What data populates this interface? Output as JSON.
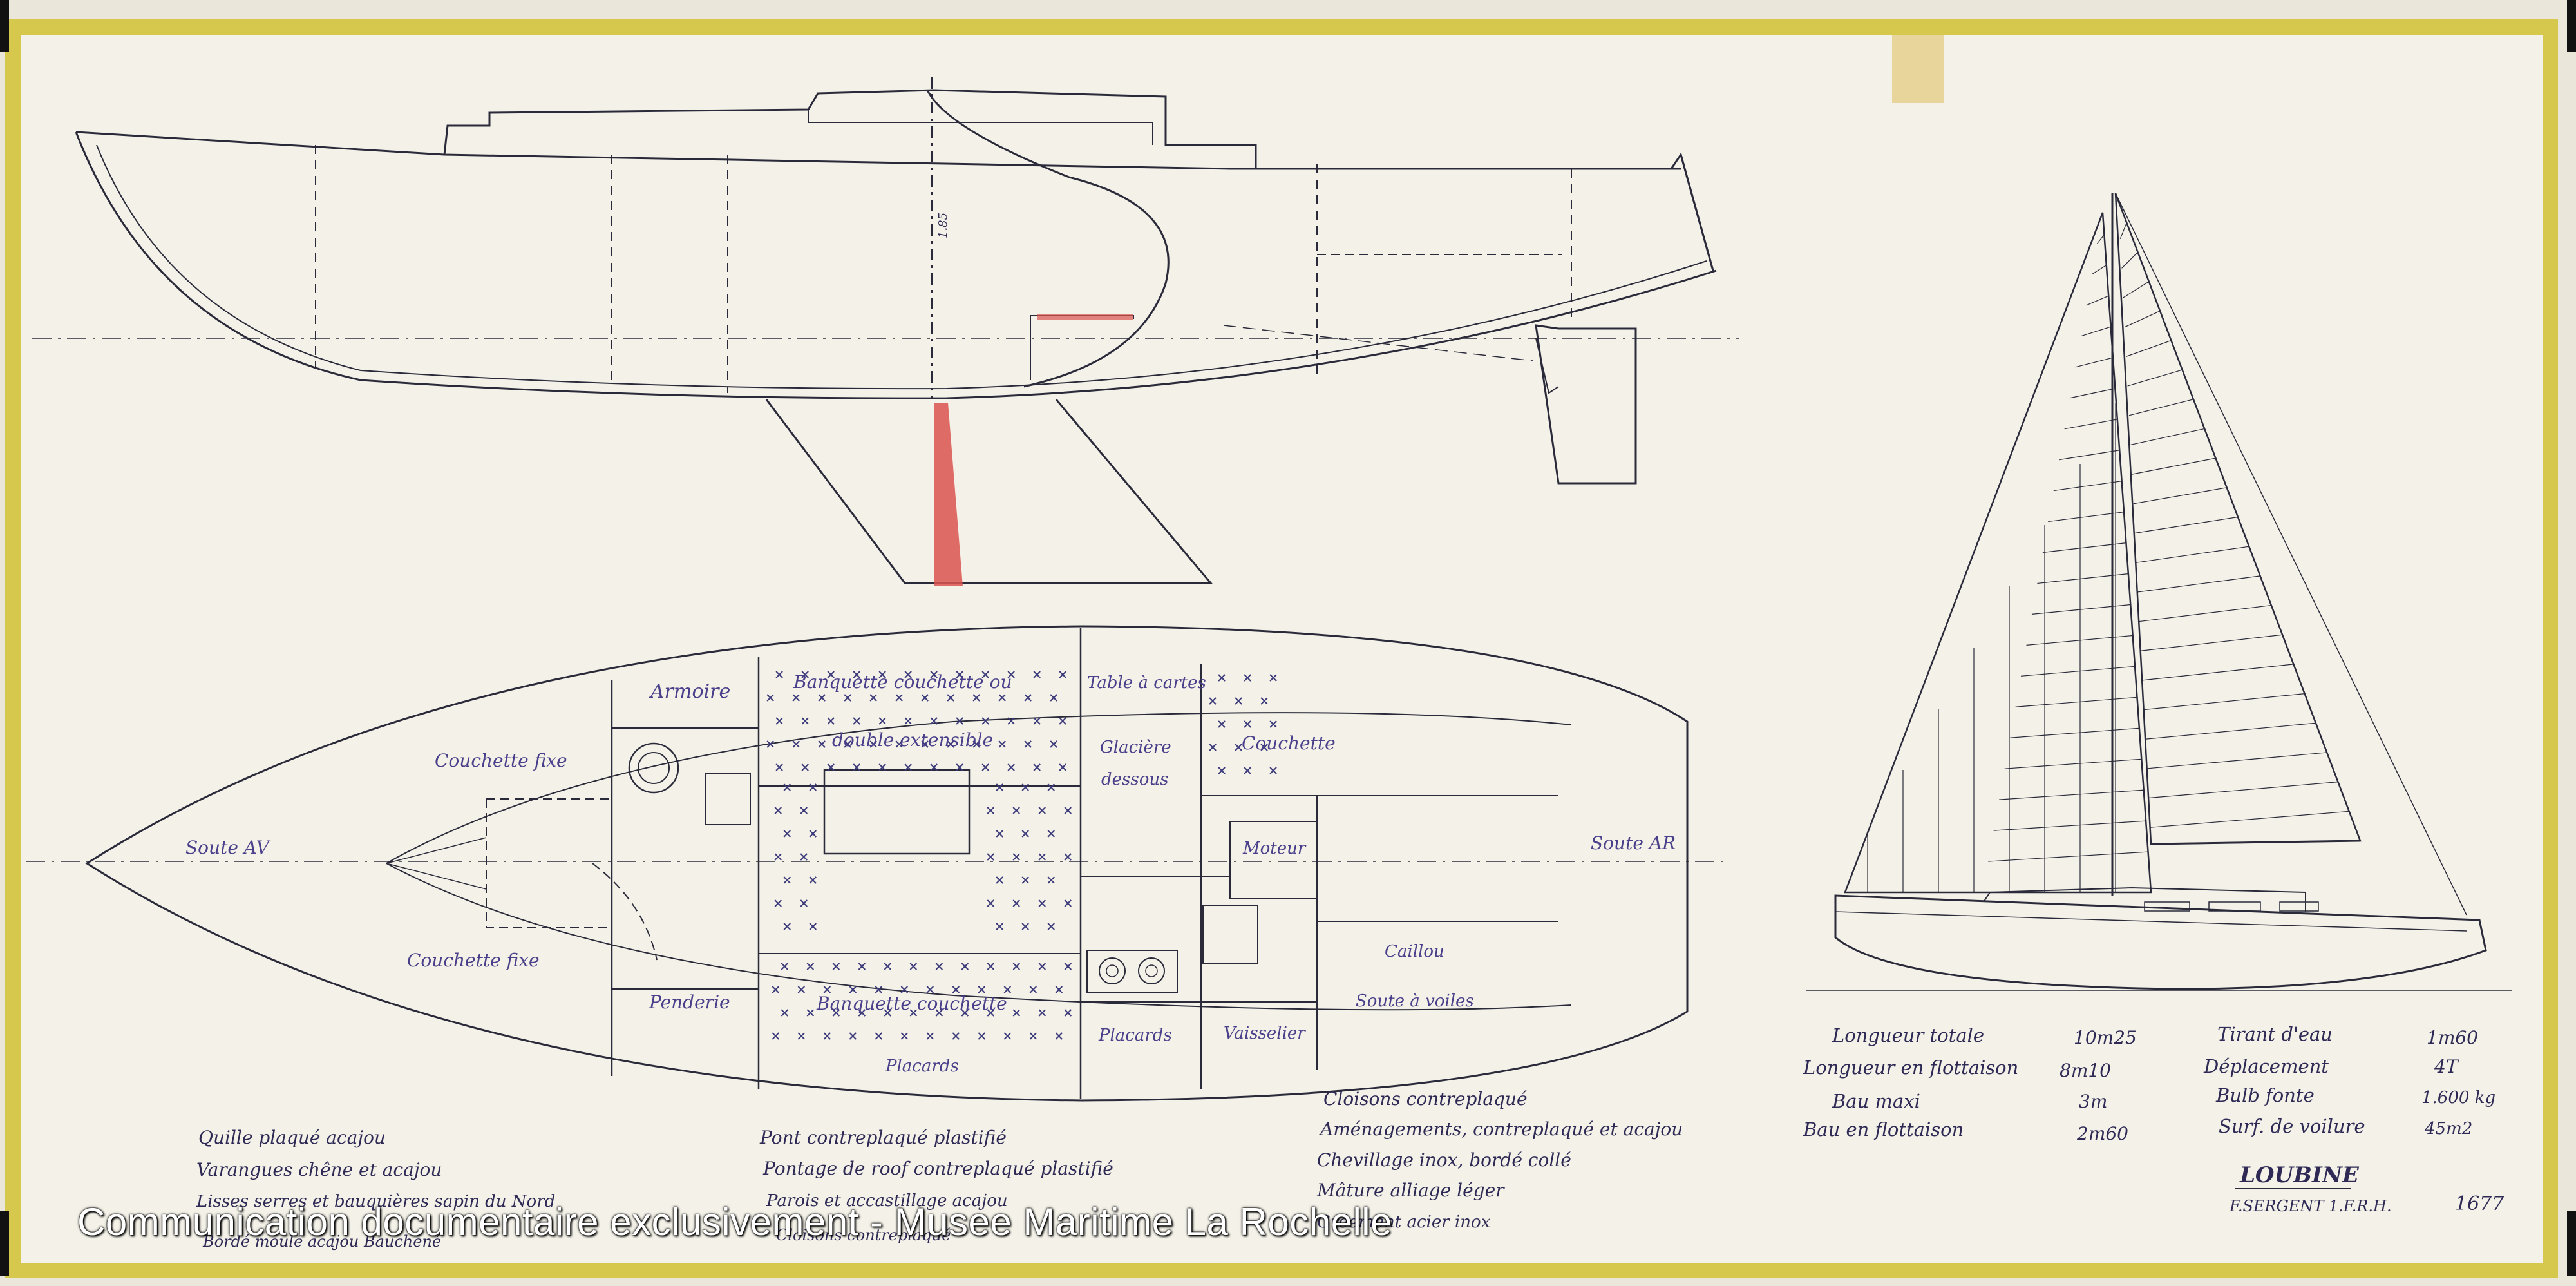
{
  "layout_labels": {
    "armoire": "Armoire",
    "banquette_couchette_double": "Banquette couchette ou",
    "double_extensible": "double extensible",
    "table_cartes": "Table à cartes",
    "glaciere": "Glacière",
    "dessous": "dessous",
    "couchette": "Couchette",
    "couchette_fixe_top": "Couchette fixe",
    "couchette_fixe_bottom": "Couchette fixe",
    "soute_av": "Soute AV",
    "soute_ar": "Soute AR",
    "moteur": "Moteur",
    "penderie": "Penderie",
    "banquette_couchette": "Banquette couchette",
    "placards_center": "Placards",
    "placards_bottom": "Placards",
    "vaisselier": "Vaisselier",
    "caillebotis": "Caillou",
    "soute_voiles": "Soute à voiles",
    "height_dim": "1.85"
  },
  "notes_left": [
    "Quille plaqué acajou",
    "Varangues chêne et acajou",
    "Lisses serres et bauquières sapin du Nord",
    "Bordé moulé acajou Bauchené"
  ],
  "notes_mid": [
    "Pont contreplaqué plastifié",
    "Pontage de roof contreplaqué plastifié",
    "Parois et accastillage acajou",
    "Cloisons contreplaqué"
  ],
  "notes_right": [
    "Cloisons contreplaqué",
    "Aménagements, contreplaqué et acajou",
    "Chevillage inox, bordé collé",
    "Mâture alliage léger",
    "Gréement acier inox"
  ],
  "specs_left": [
    {
      "label": "Longueur totale",
      "value": "10m25"
    },
    {
      "label": "Longueur en flottaison",
      "value": "8m10"
    },
    {
      "label": "Bau maxi",
      "value": "3m"
    },
    {
      "label": "Bau en flottaison",
      "value": "2m60"
    }
  ],
  "specs_right": [
    {
      "label": "Tirant d'eau",
      "value": "1m60"
    },
    {
      "label": "Déplacement",
      "value": "4T"
    },
    {
      "label": "Bulb fonte",
      "value": "1.600 kg"
    },
    {
      "label": "Surf. de voilure",
      "value": "45m2"
    }
  ],
  "title_block": {
    "boat_name": "LOUBINE",
    "designer": "F.SERGENT 1.F.R.H.",
    "archive_number": "1677"
  },
  "watermark": "Communication documentaire exclusivement - Musee Maritime La Rochelle",
  "colors": {
    "paper": "#f3f1e6",
    "tape": "#d8c94f",
    "ink": "#2a2a3a",
    "red_section": "#d9534f",
    "hatch_blue": "#3c3a7a"
  }
}
